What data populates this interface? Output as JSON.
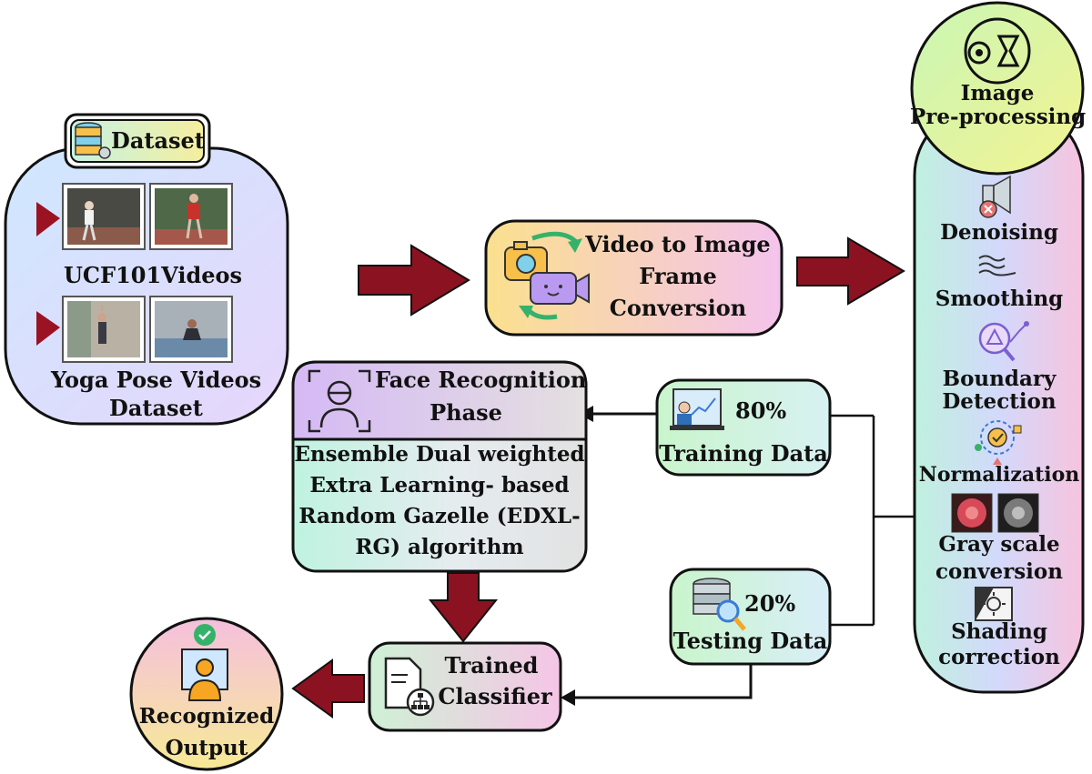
{
  "dataset": {
    "badge": "Dataset",
    "videos1_label": "UCF101Videos",
    "videos2_line1": "Yoga Pose Videos",
    "videos2_line2": "Dataset"
  },
  "conversion": {
    "line1": "Video to Image",
    "line2": "Frame",
    "line3": "Conversion"
  },
  "preprocessing": {
    "title1": "Image",
    "title2": "Pre-processing",
    "steps": {
      "denoising": "Denoising",
      "smoothing": "Smoothing",
      "boundary1": "Boundary",
      "boundary2": "Detection",
      "normalization": "Normalization",
      "gray1": "Gray scale",
      "gray2": "conversion",
      "shading1": "Shading",
      "shading2": "correction"
    }
  },
  "training": {
    "percent": "80%",
    "label": "Training Data"
  },
  "testing": {
    "percent": "20%",
    "label": "Testing Data"
  },
  "face": {
    "title1": "Face Recognition",
    "title2": "Phase",
    "algo1": "Ensemble Dual weighted",
    "algo2": "Extra Learning- based",
    "algo3": "Random Gazelle (EDXL-",
    "algo4": "RG) algorithm"
  },
  "classifier": {
    "line1": "Trained",
    "line2": "Classifier"
  },
  "output": {
    "line1": "Recognized",
    "line2": "Output"
  },
  "colors": {
    "arrow": "#8b1220",
    "outline": "#111111",
    "pastel_blue": "#cfe3ff",
    "pastel_pink": "#f7c8e6",
    "pastel_green": "#c9f5cf",
    "pastel_yellow": "#f3f2a0"
  }
}
